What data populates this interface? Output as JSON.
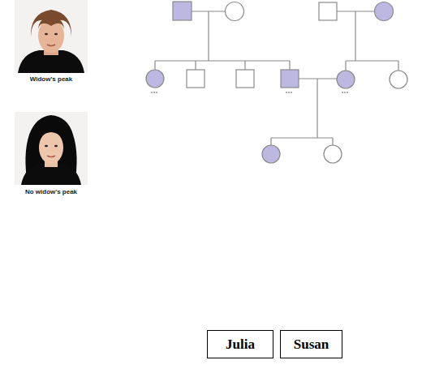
{
  "diagram": {
    "nodes": [
      {
        "text": [
          "Julia"
        ]
      },
      {
        "text": [
          "Susan"
        ]
      }
    ],
    "labels": [
      "Widow's peak",
      "No widow's peak"
    ]
  }
}
